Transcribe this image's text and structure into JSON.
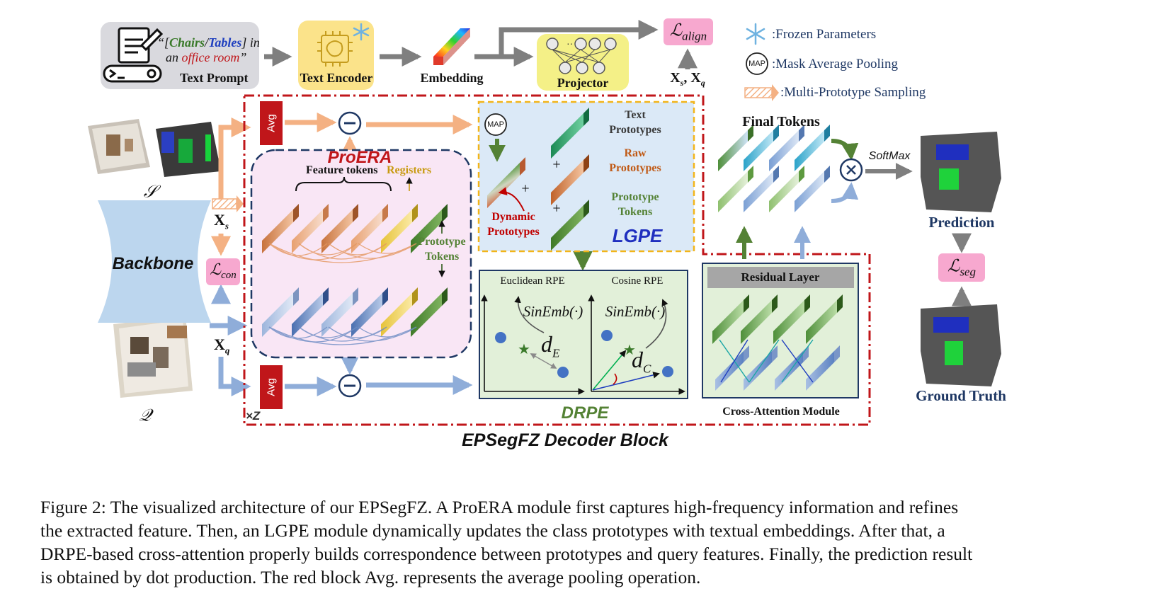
{
  "colors": {
    "loss_pink": "#f7a8cf",
    "decoder_border": "#c0161a",
    "lgpe_fill": "#dbe9f7",
    "lgpe_border": "#f2b51a",
    "drpe_fill": "#e2f0d9",
    "proera_fill": "#f9e6f5",
    "projector_fill": "#f4f087",
    "encoder_fill": "#fbe38a",
    "prompt_fill": "#d9d9de",
    "backbone_fill": "#bcd6ee",
    "avg_red": "#c0161a",
    "arrow_orange": "#f4b183",
    "arrow_blue": "#8fadd9",
    "arrow_green": "#548235",
    "arrow_gray": "#7f7f7f",
    "accent_navy": "#1f3864"
  },
  "icons": {
    "prompt": "terminal-prompt-icon",
    "encoder": "brain-chip-icon",
    "frozen": "snowflake-icon",
    "map": "map-circle-icon",
    "sampling": "hatched-arrow-icon",
    "minus": "circled-minus-icon",
    "times": "circled-times-icon",
    "star": "star-icon"
  },
  "top": {
    "prompt_open": "“[",
    "prompt_chairs": "Chairs",
    "prompt_slash": "/",
    "prompt_tables": "Tables",
    "prompt_close": "] in",
    "prompt_an": "an ",
    "prompt_office": "office room",
    "prompt_end": "”",
    "prompt_label": "Text Prompt",
    "encoder_label": "Text Encoder",
    "embedding_label": "Embedding",
    "projector_label": "Projector",
    "align_main": "ℒ",
    "align_sub": "align",
    "xs_xq": "X",
    "xs_sub": "s",
    "xq_sub": "q",
    "comma": ", "
  },
  "legend": {
    "frozen": ":Frozen Parameters",
    "map_symbol": "MAP",
    "map": ":Mask Average Pooling",
    "sampling": ":Multi-Prototype Sampling"
  },
  "left": {
    "support_symbol": "𝒮",
    "query_symbol": "𝒬",
    "backbone": "Backbone",
    "xs": "X",
    "xs_sub": "s",
    "xq": "X",
    "xq_sub": "q",
    "lcon_main": "ℒ",
    "lcon_sub": "con"
  },
  "decoder": {
    "avg": "Avg",
    "repeat": "×Z",
    "title": "EPSegFZ Decoder Block"
  },
  "proera": {
    "title": "ProERA",
    "feature_tokens": "Feature tokens",
    "registers": "Registers",
    "prototype_tokens_1": "Prototype",
    "prototype_tokens_2": "Tokens"
  },
  "lgpe": {
    "title": "LGPE",
    "map_symbol": "MAP",
    "plus": "+",
    "dynamic_1": "Dynamic",
    "dynamic_2": "Prototypes",
    "text_1": "Text",
    "text_2": "Prototypes",
    "raw_1": "Raw",
    "raw_2": "Prototypes",
    "proto_1": "Prototype",
    "proto_2": "Tokens"
  },
  "drpe": {
    "title": "DRPE",
    "euclidean": "Euclidean RPE",
    "cosine": "Cosine RPE",
    "sinemb": "SinEmb(·)",
    "de_main": "d",
    "de_sub": "E",
    "dc_main": "d",
    "dc_sub": "C"
  },
  "cross_attention": {
    "residual": "Residual Layer",
    "label": "Cross-Attention Module"
  },
  "right": {
    "final_tokens": "Final Tokens",
    "softmax": "SoftMax",
    "prediction": "Prediction",
    "ground_truth": "Ground Truth",
    "lseg_main": "ℒ",
    "lseg_sub": "seg"
  },
  "caption": [
    "Figure 2: The visualized architecture of our EPSegFZ. A ProERA module first captures high-frequency information and refines",
    "the extracted feature. Then, an LGPE module dynamically updates the class prototypes with textual embeddings. After that, a",
    "DRPE-based cross-attention properly builds correspondence between prototypes and query features. Finally, the prediction result",
    "is obtained by dot production. The red block Avg. represents the average pooling operation."
  ]
}
